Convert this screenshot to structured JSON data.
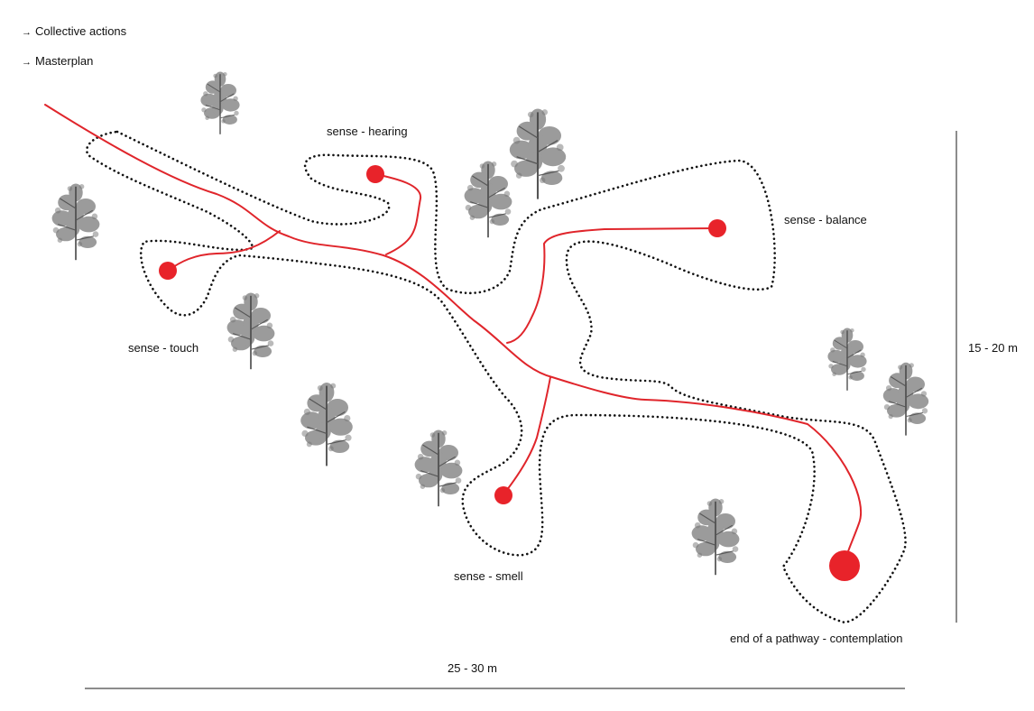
{
  "nav": {
    "arrow": "→",
    "items": [
      {
        "label": "Collective actions"
      },
      {
        "label": "Masterplan"
      }
    ]
  },
  "labels": {
    "hearing": "sense - hearing",
    "balance": "sense - balance",
    "touch": "sense - touch",
    "smell": "sense - smell",
    "end": "end of a pathway - contemplation",
    "width": "25 - 30 m",
    "height": "15 - 20 m"
  },
  "colors": {
    "path": "#e0252b",
    "node": "#e8232a",
    "outline": "#111111",
    "tree": "#555555",
    "scale": "#666666"
  },
  "icons": {
    "tree": "tree-icon",
    "node": "sense-node-icon"
  }
}
